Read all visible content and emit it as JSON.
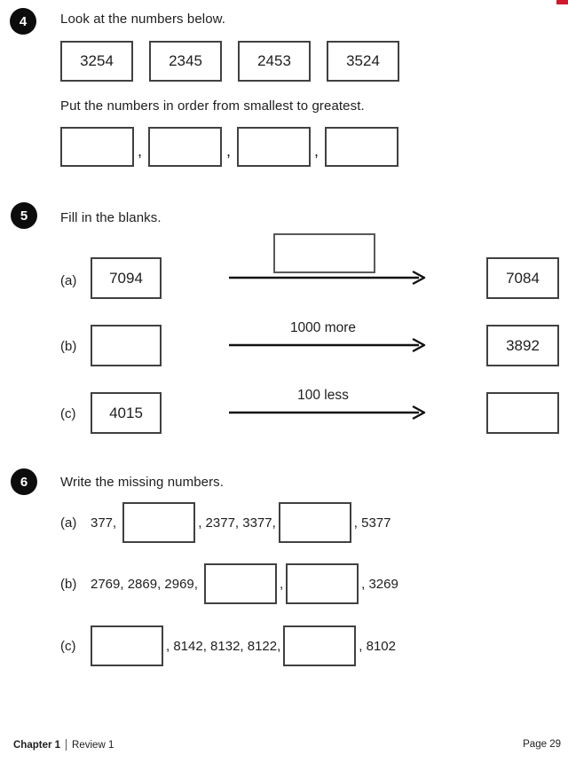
{
  "colors": {
    "tab_red": "#d0192e",
    "text": "#1e1e1e",
    "box_border": "#414042"
  },
  "q4": {
    "number": "4",
    "prompt1": "Look at the numbers below.",
    "numbers": [
      "3254",
      "2345",
      "2453",
      "3524"
    ],
    "prompt2": "Put the numbers in order from smallest to greatest.",
    "answer_separator": ","
  },
  "q5": {
    "number": "5",
    "prompt": "Fill in the blanks.",
    "rows": [
      {
        "label": "(a)",
        "left_value": "7094",
        "arrow_label": "",
        "arrow_box": true,
        "right_value": "7084"
      },
      {
        "label": "(b)",
        "left_value": "",
        "arrow_label": "1000 more",
        "arrow_box": false,
        "right_value": "3892"
      },
      {
        "label": "(c)",
        "left_value": "4015",
        "arrow_label": "100 less",
        "arrow_box": false,
        "right_value": ""
      }
    ]
  },
  "q6": {
    "number": "6",
    "prompt": "Write the missing numbers.",
    "rows": [
      {
        "label": "(a)",
        "before": "377,",
        "between": ", 2377, 3377,",
        "after": ", 5377"
      },
      {
        "label": "(b)",
        "before": "2769, 2869, 2969,",
        "between": ",",
        "after": ", 3269"
      },
      {
        "label": "(c)",
        "before": "",
        "between": ", 8142, 8132, 8122,",
        "after": ", 8102"
      }
    ]
  },
  "footer": {
    "chapter": "Chapter 1",
    "section": "Review 1",
    "page_label": "Page 29"
  }
}
